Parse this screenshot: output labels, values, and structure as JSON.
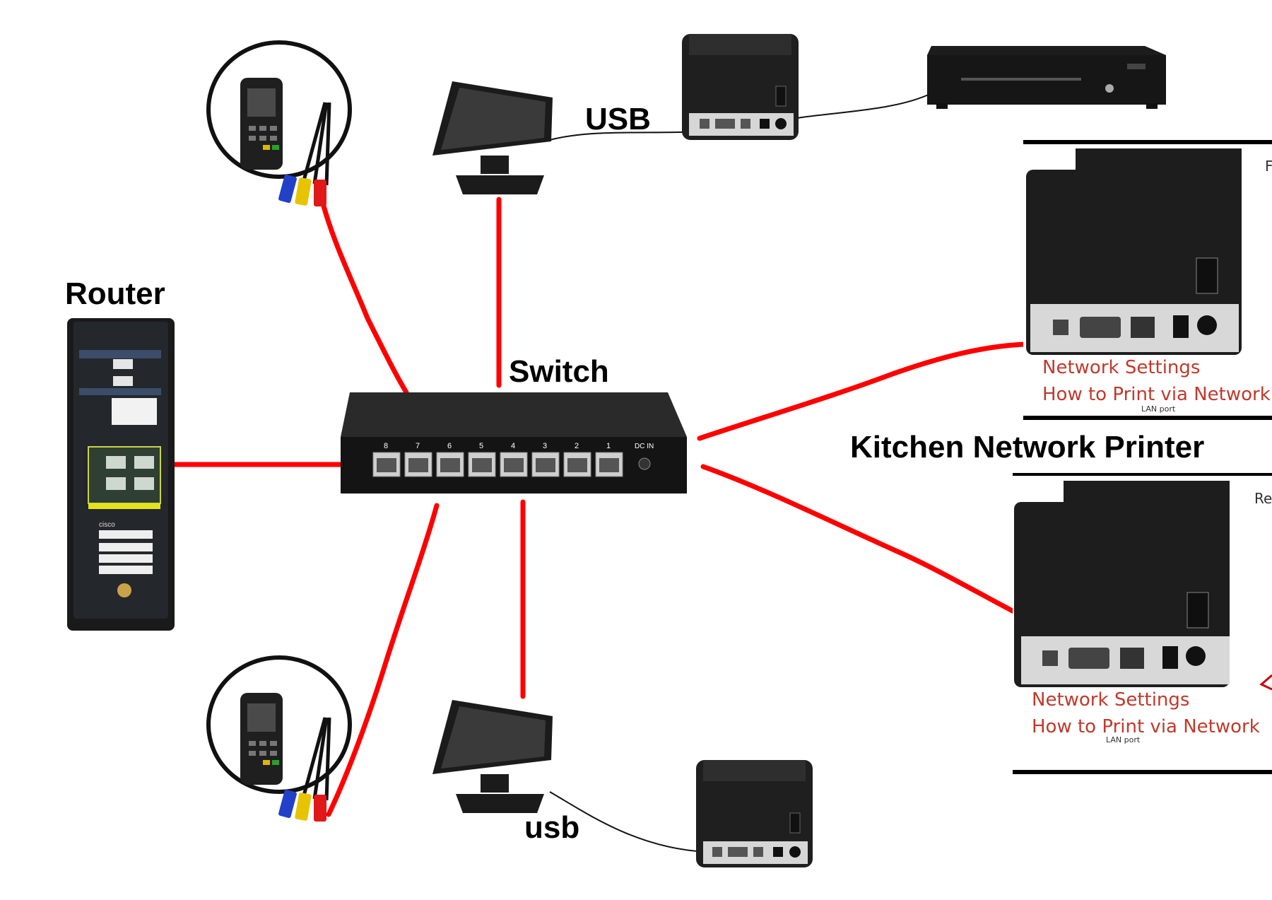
{
  "labels": {
    "router": "Router",
    "switch": "Switch",
    "usb_top": "USB",
    "usb_bottom": "usb",
    "kitchen": "Kitchen Network Printer"
  },
  "switch_device": {
    "port_numbers": [
      "8",
      "7",
      "6",
      "5",
      "4",
      "3",
      "2",
      "1"
    ],
    "dc_in": "DC IN"
  },
  "printer_panel_top": {
    "link1": "Network Settings",
    "link2": "How to Print via Network",
    "port_caption": "LAN port",
    "cut_letter": "F"
  },
  "printer_panel_bottom": {
    "link1": "Network Settings",
    "link2": "How to Print via Network",
    "port_caption": "LAN port",
    "cut_letter": "Re"
  },
  "router_device": {
    "brand": "cisco"
  },
  "colors": {
    "cable": "#ff0000",
    "device": "#1c1c1c",
    "panel_text": "#c0392b"
  }
}
